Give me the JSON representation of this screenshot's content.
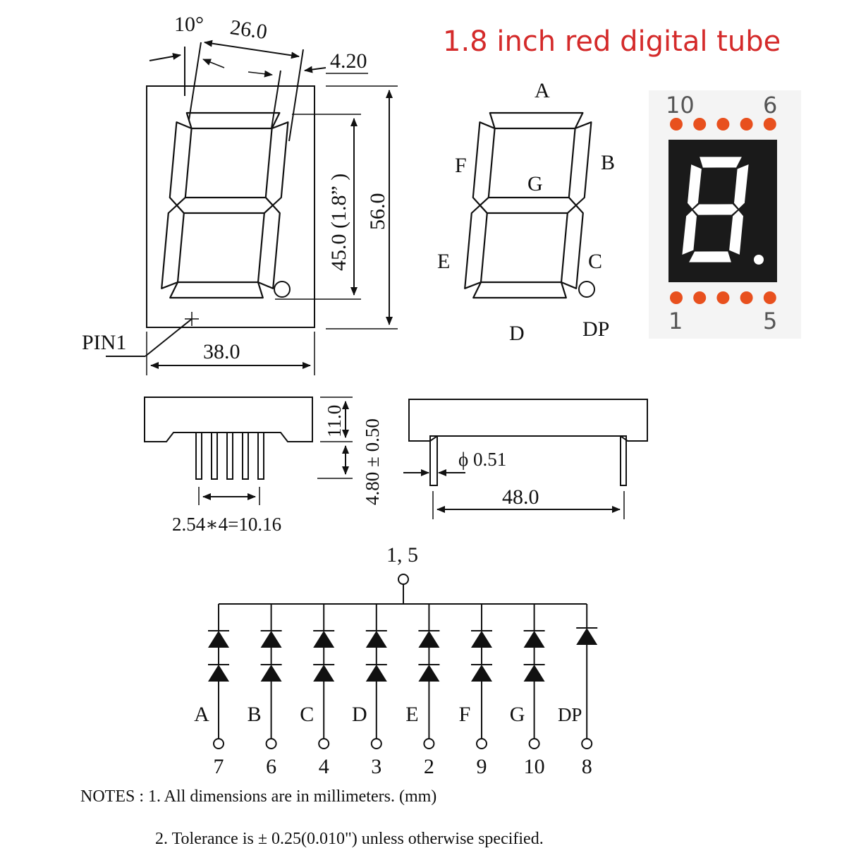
{
  "title": "1.8 inch red digital tube",
  "front_view": {
    "dim_angle": "10°",
    "dim_width_top": "26.0",
    "dim_offset": "4.20",
    "dim_digit_height": "45.0 (1.8” )",
    "dim_total_height": "56.0",
    "dim_width": "38.0",
    "pin1_label": "PIN1"
  },
  "segment_labels": {
    "a": "A",
    "b": "B",
    "c": "C",
    "d": "D",
    "e": "E",
    "f": "F",
    "g": "G",
    "dp": "DP"
  },
  "photo": {
    "pin_top_left": "10",
    "pin_top_right": "6",
    "pin_bottom_left": "1",
    "pin_bottom_right": "5",
    "body_color": "#1a1a1a",
    "segment_color": "#ffffff",
    "pin_dot_color": "#e8501e"
  },
  "side_view": {
    "dim_body_thickness": "11.0",
    "dim_pin_length": "4.80 ± 0.50",
    "dim_pin_pitch": "2.54∗4=10.16",
    "dim_pin_diameter": "ϕ 0.51",
    "dim_row_spacing": "48.0"
  },
  "schematic": {
    "common_label": "1, 5",
    "channels": [
      {
        "segment": "A",
        "pin": "7"
      },
      {
        "segment": "B",
        "pin": "6"
      },
      {
        "segment": "C",
        "pin": "4"
      },
      {
        "segment": "D",
        "pin": "3"
      },
      {
        "segment": "E",
        "pin": "2"
      },
      {
        "segment": "F",
        "pin": "9"
      },
      {
        "segment": "G",
        "pin": "10"
      },
      {
        "segment": "DP",
        "pin": "8"
      }
    ]
  },
  "notes": {
    "line1": "NOTES : 1. All dimensions are in millimeters. (mm)",
    "line2": "2. Tolerance is ± 0.25(0.010\") unless otherwise specified."
  }
}
